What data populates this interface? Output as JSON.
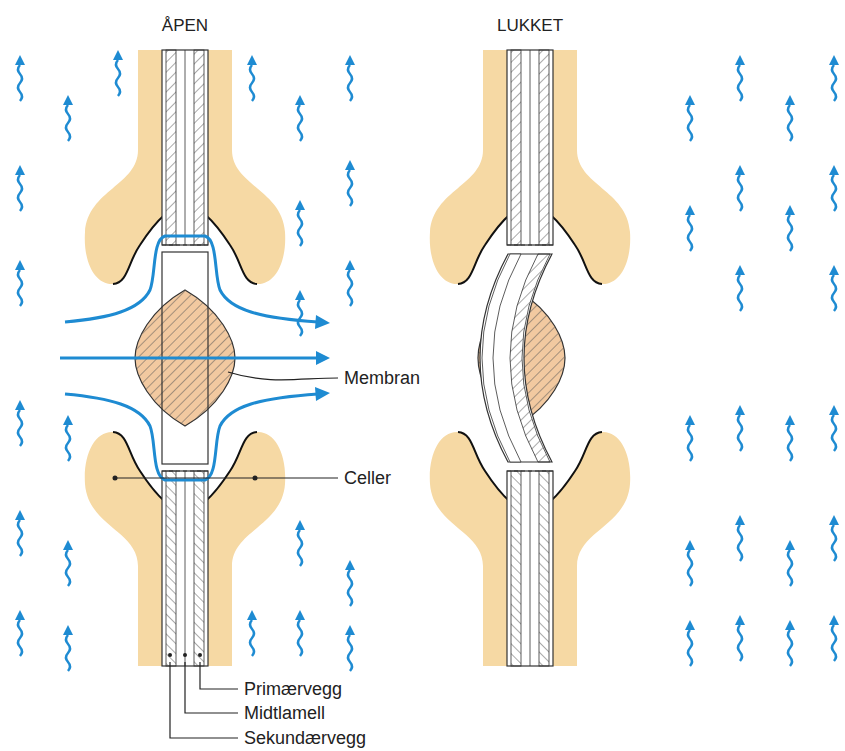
{
  "diagram": {
    "labels": [
      "ÅPEN",
      "LUKKET",
      "Membran",
      "Celler",
      "Primærvegg",
      "Midtlamell",
      "Sekundærvegg"
    ]
  }
}
